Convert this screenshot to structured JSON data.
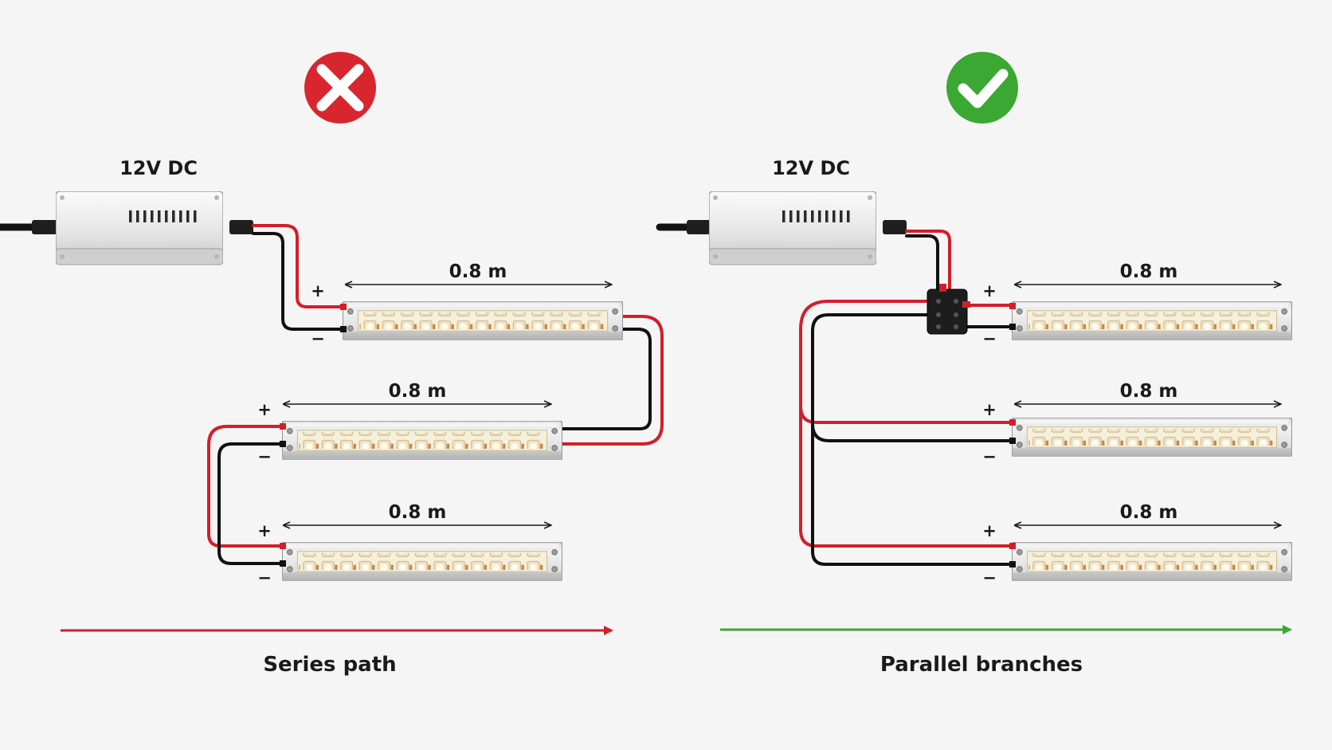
{
  "left_panel": {
    "status_icon": "cross-icon",
    "status_color": "#d9262e",
    "psu_label": "12V DC",
    "strip_labels": [
      "0.8 m",
      "0.8 m",
      "0.8 m"
    ],
    "plus_sign": "+",
    "minus_sign": "−",
    "caption": "Series path",
    "arrow_color": "#d21f2a"
  },
  "right_panel": {
    "status_icon": "check-icon",
    "status_color": "#3aa832",
    "psu_label": "12V DC",
    "strip_labels": [
      "0.8 m",
      "0.8 m",
      "0.8 m"
    ],
    "plus_sign": "+",
    "minus_sign": "−",
    "caption": "Parallel branches",
    "arrow_color": "#3aa832"
  },
  "wire_colors": {
    "positive": "#d21f2a",
    "negative": "#111111"
  }
}
